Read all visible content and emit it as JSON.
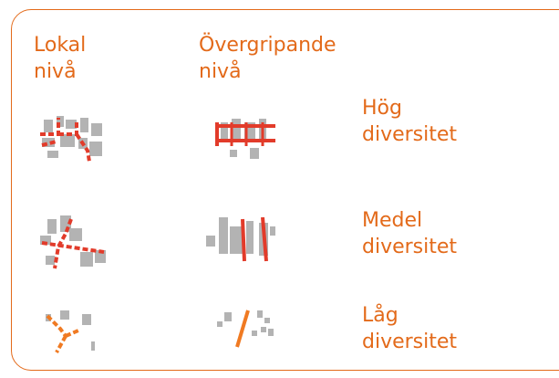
{
  "columns": {
    "lokal": "Lokal\nnivå",
    "overgripande": "Övergripande\nnivå"
  },
  "rows": {
    "hog": "Hög\ndiversitet",
    "medel": "Medel\ndiversitet",
    "lag": "Låg\ndiversitet"
  },
  "colors": {
    "accent": "#e36a1a",
    "red": "#e23b2a",
    "orange": "#f07a22",
    "grey": "#b3b3b3"
  }
}
